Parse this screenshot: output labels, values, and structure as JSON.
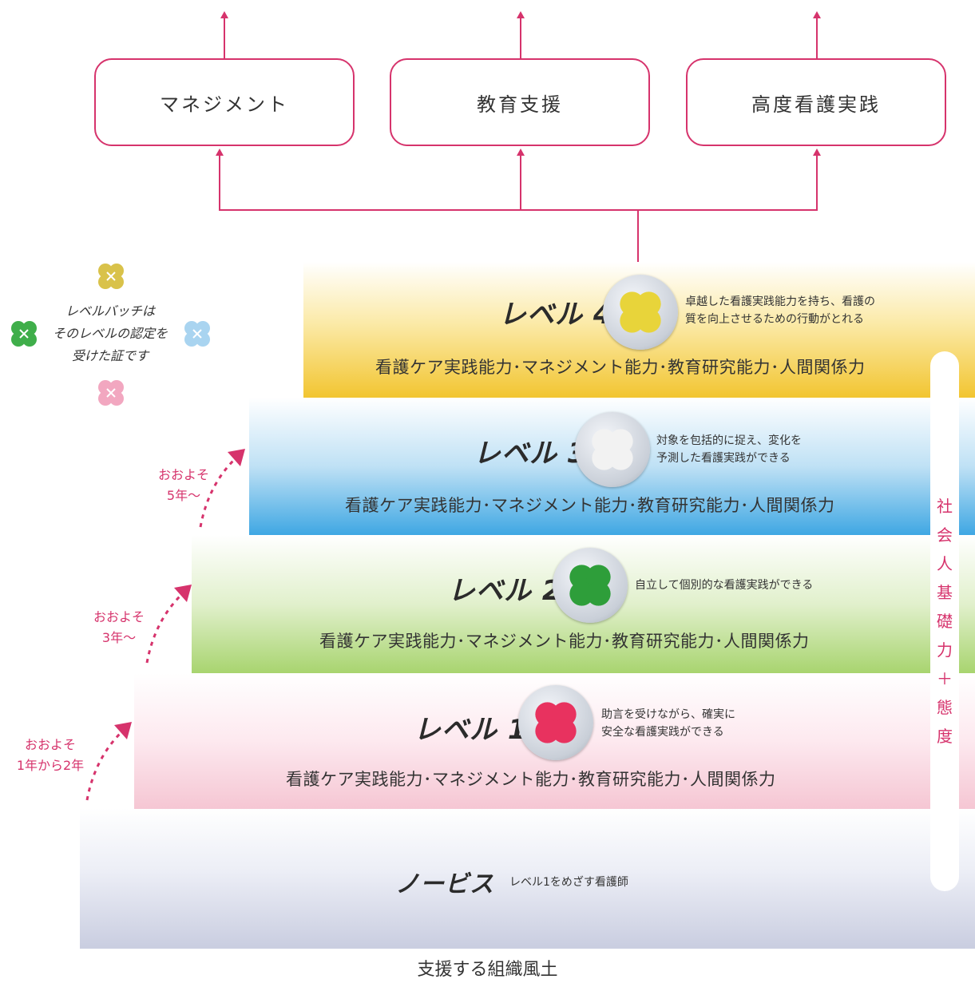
{
  "careers": [
    {
      "label": "マネジメント"
    },
    {
      "label": "教育支援"
    },
    {
      "label": "高度看護実践"
    }
  ],
  "legend": {
    "text_lines": [
      "レベルバッチは",
      "そのレベルの認定を",
      "受けた証です"
    ],
    "clover_colors": [
      "#d9c24a",
      "#3fae4a",
      "#a9d4f0",
      "#f2a7c0"
    ]
  },
  "levels": [
    {
      "title": "レベル 4",
      "desc_lines": [
        "卓越した看護実践能力を持ち、看護の",
        "質を向上させるための行動がとれる"
      ],
      "abilities": "看護ケア実践能力･マネジメント能力･教育研究能力･人間関係力",
      "badge_color": "#e8d43a"
    },
    {
      "title": "レベル 3",
      "desc_lines": [
        "対象を包括的に捉え、変化を",
        "予測した看護実践ができる"
      ],
      "abilities": "看護ケア実践能力･マネジメント能力･教育研究能力･人間関係力",
      "badge_color": "#f2f2f2"
    },
    {
      "title": "レベル 2",
      "desc_lines": [
        "自立して個別的な看護実践ができる"
      ],
      "abilities": "看護ケア実践能力･マネジメント能力･教育研究能力･人間関係力",
      "badge_color": "#2e9e3a"
    },
    {
      "title": "レベル 1",
      "desc_lines": [
        "助言を受けながら、確実に",
        "安全な看護実践ができる"
      ],
      "abilities": "看護ケア実践能力･マネジメント能力･教育研究能力･人間関係力",
      "badge_color": "#e8325f"
    }
  ],
  "novice": {
    "title": "ノービス",
    "desc": "レベル1をめざす看護師"
  },
  "durations": [
    {
      "lines": [
        "おおよそ",
        "5年〜"
      ]
    },
    {
      "lines": [
        "おおよそ",
        "3年〜"
      ]
    },
    {
      "lines": [
        "おおよそ",
        "1年から2年"
      ]
    }
  ],
  "vertical_label": [
    "社",
    "会",
    "人",
    "基",
    "礎",
    "力",
    "＋",
    "態",
    "度"
  ],
  "footer": "支援する組織風土",
  "colors": {
    "accent": "#d6336c",
    "level4_band": "#f2c531",
    "level3_band": "#3fa7e3",
    "level2_band": "#a8d46f",
    "level1_band": "#f5c6d3",
    "novice_band": "#c9cde0"
  }
}
